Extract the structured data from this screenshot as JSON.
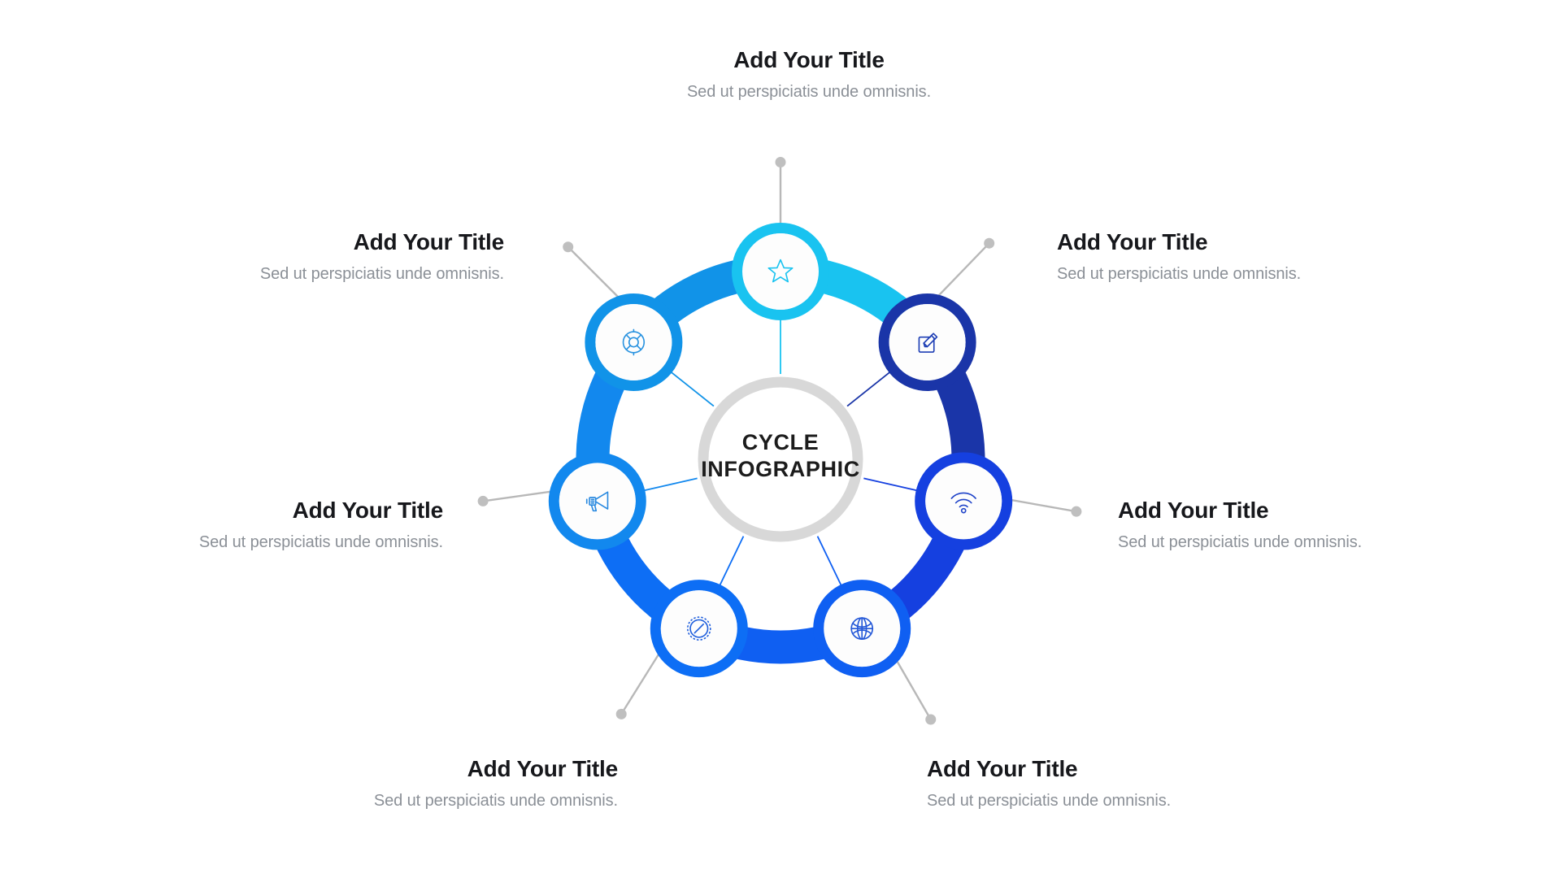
{
  "center": {
    "line1": "CYCLE",
    "line2": "INFOGRAPHIC",
    "text": "CYCLE INFOGRAPHIC",
    "ring_color": "#d8d8d8"
  },
  "background_color": "#ffffff",
  "colors": {
    "title_text": "#17181c",
    "desc_text": "#8b9097",
    "connector_line": "#b8b8b8",
    "connector_dot": "#bfbfbf",
    "spoke_line": "#2f6fd0"
  },
  "chart_data": {
    "type": "pie",
    "title": "CYCLE INFOGRAPHIC",
    "legend_position": "around",
    "categories": [
      "Add Your Title",
      "Add Your Title",
      "Add Your Title",
      "Add Your Title",
      "Add Your Title",
      "Add Your Title",
      "Add Your Title"
    ],
    "values": [
      14.28,
      14.28,
      14.28,
      14.28,
      14.28,
      14.28,
      14.28
    ],
    "colors": [
      "#19c3f0",
      "#1a35a8",
      "#1540e0",
      "#0f5ff2",
      "#0d6ef5",
      "#1288ee",
      "#1193e8"
    ]
  },
  "segments": [
    {
      "index": 1,
      "icon": "star-icon",
      "ring_color": "#19c3f0",
      "icon_color": "#19c3f0",
      "angle_deg": 0,
      "title": "Add Your Title",
      "desc": "Sed ut perspiciatis unde omnisnis.",
      "align": "center"
    },
    {
      "index": 2,
      "icon": "edit-pencil-icon",
      "ring_color": "#1a35a8",
      "icon_color": "#1e3fb5",
      "angle_deg": 51.43,
      "title": "Add Your Title",
      "desc": "Sed ut perspiciatis unde omnisnis.",
      "align": "left"
    },
    {
      "index": 3,
      "icon": "wifi-icon",
      "ring_color": "#1540e0",
      "icon_color": "#2145c9",
      "angle_deg": 102.86,
      "title": "Add Your Title",
      "desc": "Sed ut perspiciatis unde omnisnis.",
      "align": "left"
    },
    {
      "index": 4,
      "icon": "globe-icon",
      "ring_color": "#0f5ff2",
      "icon_color": "#2458d8",
      "angle_deg": 154.29,
      "title": "Add Your Title",
      "desc": "Sed ut perspiciatis unde omnisnis.",
      "align": "left"
    },
    {
      "index": 5,
      "icon": "compass-icon",
      "ring_color": "#0d6ef5",
      "icon_color": "#2160dd",
      "angle_deg": 205.71,
      "title": "Add Your Title",
      "desc": "Sed ut perspiciatis unde omnisnis.",
      "align": "right"
    },
    {
      "index": 6,
      "icon": "megaphone-icon",
      "ring_color": "#1288ee",
      "icon_color": "#2a8ae0",
      "angle_deg": 257.14,
      "title": "Add Your Title",
      "desc": "Sed ut perspiciatis unde omnisnis.",
      "align": "right"
    },
    {
      "index": 7,
      "icon": "lifebuoy-icon",
      "ring_color": "#1193e8",
      "icon_color": "#2a93e0",
      "angle_deg": 308.57,
      "title": "Add Your Title",
      "desc": "Sed ut perspiciatis unde omnisnis.",
      "align": "right"
    }
  ]
}
